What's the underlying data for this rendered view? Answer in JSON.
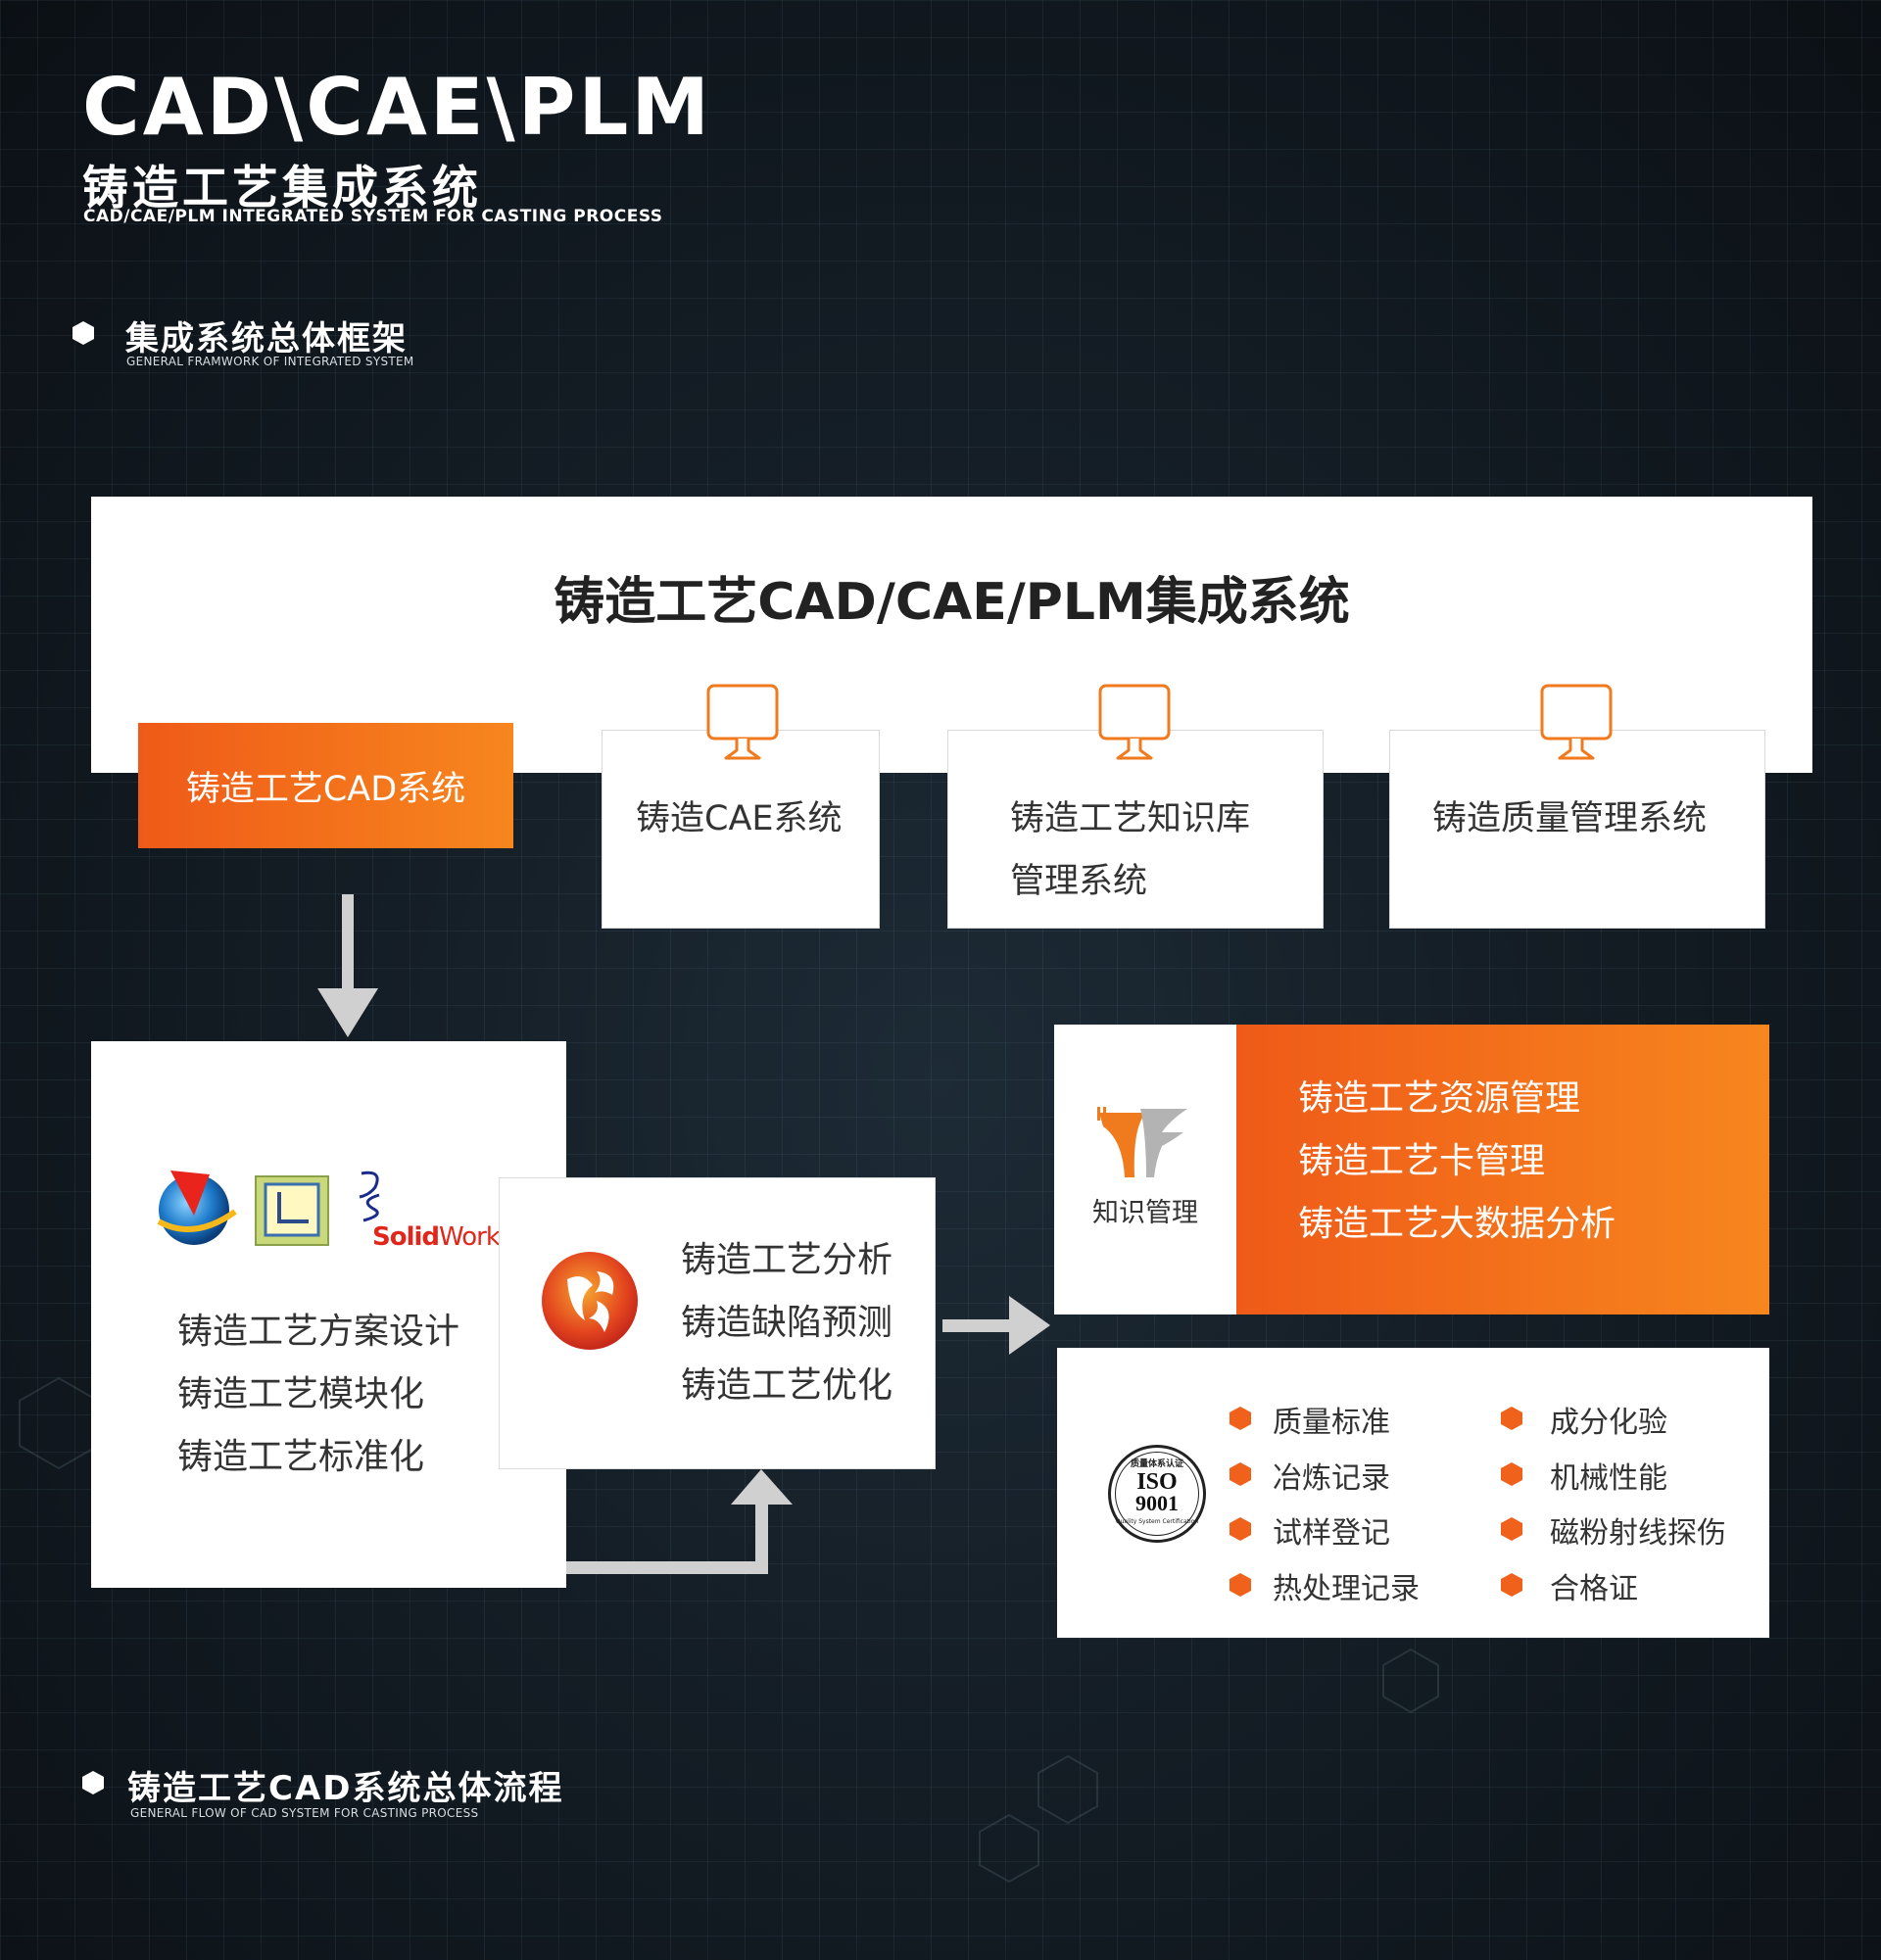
{
  "header": {
    "title": "CAD\\CAE\\PLM",
    "subtitle": "铸造工艺集成系统",
    "subtitle_en": "CAD/CAE/PLM INTEGRATED SYSTEM FOR CASTING PROCESS"
  },
  "section1": {
    "title": "集成系统总体框架",
    "subtitle_en": "GENERAL FRAMWORK OF INTEGRATED SYSTEM"
  },
  "framework": {
    "main_title": "铸造工艺CAD/CAE/PLM集成系统",
    "cad_system": "铸造工艺CAD系统",
    "cae_system": "铸造CAE系统",
    "knowledge_system_line1": "铸造工艺知识库",
    "knowledge_system_line2": "管理系统",
    "quality_system": "铸造质量管理系统"
  },
  "cad_detail": {
    "logo_text": "SolidWorks",
    "logo_text_a": "Solid",
    "logo_text_b": "Works",
    "items": [
      "铸造工艺方案设计",
      "铸造工艺模块化",
      "铸造工艺标准化"
    ]
  },
  "cae_detail": {
    "items": [
      "铸造工艺分析",
      "铸造缺陷预测",
      "铸造工艺优化"
    ]
  },
  "knowledge": {
    "label": "知识管理",
    "items": [
      "铸造工艺资源管理",
      "铸造工艺卡管理",
      "铸造工艺大数据分析"
    ]
  },
  "quality": {
    "badge_top": "质量体系认证",
    "badge_line1": "ISO",
    "badge_line2": "9001",
    "badge_bottom": "Quality System Certification",
    "left_items": [
      "质量标准",
      "冶炼记录",
      "试样登记",
      "热处理记录"
    ],
    "right_items": [
      "成分化验",
      "机械性能",
      "磁粉射线探伤",
      "合格证"
    ]
  },
  "section2": {
    "title": "铸造工艺CAD系统总体流程",
    "subtitle_en": "GENERAL FLOW OF CAD SYSTEM FOR CASTING PROCESS"
  },
  "colors": {
    "accent_orange": "#f0621b",
    "accent_orange_light": "#f7861e",
    "arrow_gray": "#d0d0d0"
  }
}
